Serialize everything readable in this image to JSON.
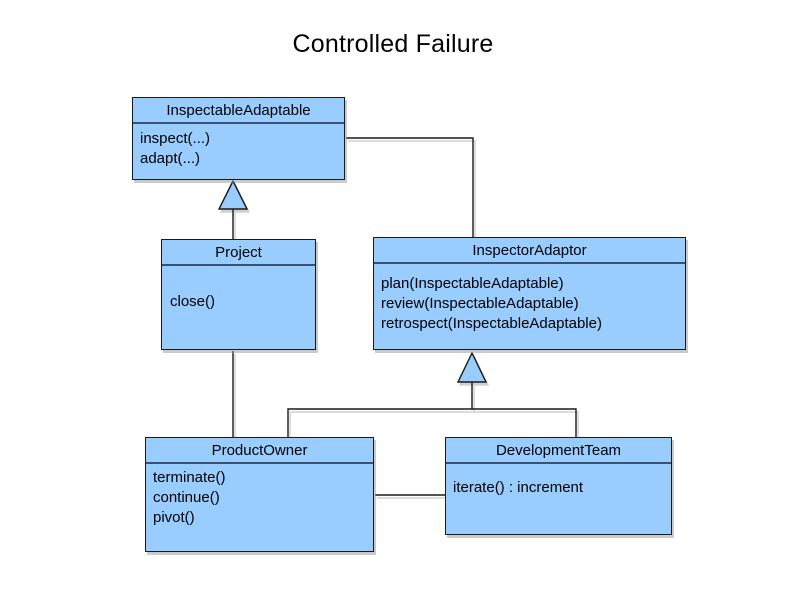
{
  "diagram": {
    "title": "Controlled Failure",
    "classes": [
      {
        "name": "InspectableAdaptable",
        "methods": [
          "inspect(...)",
          "adapt(...)"
        ]
      },
      {
        "name": "Project",
        "methods": [
          "close()"
        ]
      },
      {
        "name": "InspectorAdaptor",
        "methods": [
          "plan(InspectableAdaptable)",
          "review(InspectableAdaptable)",
          "retrospect(InspectableAdaptable)"
        ]
      },
      {
        "name": "ProductOwner",
        "methods": [
          "terminate()",
          "continue()",
          "pivot()"
        ]
      },
      {
        "name": "DevelopmentTeam",
        "methods": [
          "iterate() : increment"
        ]
      }
    ],
    "relationships": [
      {
        "type": "generalization",
        "from": "Project",
        "to": "InspectableAdaptable"
      },
      {
        "type": "generalization",
        "from": "ProductOwner",
        "to": "InspectorAdaptor"
      },
      {
        "type": "generalization",
        "from": "DevelopmentTeam",
        "to": "InspectorAdaptor"
      },
      {
        "type": "association",
        "from": "InspectableAdaptable",
        "to": "InspectorAdaptor"
      },
      {
        "type": "association",
        "from": "Project",
        "to": "ProductOwner"
      },
      {
        "type": "association",
        "from": "ProductOwner",
        "to": "DevelopmentTeam"
      }
    ],
    "colors": {
      "class_fill": "#99CCFF",
      "class_border": "#1A1A1A",
      "header_divider": "#3A5270",
      "line": "#1A1A1A",
      "background": "#FFFFFF",
      "title_color": "#000000"
    }
  }
}
